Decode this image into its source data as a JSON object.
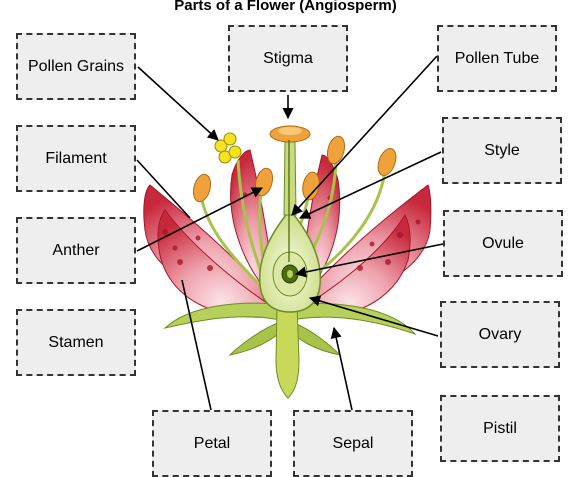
{
  "title": "Parts of a Flower (Angiosperm)",
  "labels": {
    "pollen_grains": "Pollen Grains",
    "stigma": "Stigma",
    "pollen_tube": "Pollen Tube",
    "filament": "Filament",
    "style": "Style",
    "anther": "Anther",
    "ovule": "Ovule",
    "stamen": "Stamen",
    "ovary": "Ovary",
    "petal": "Petal",
    "sepal": "Sepal",
    "pistil": "Pistil"
  },
  "colors": {
    "petal_red": "#c8283c",
    "petal_pink": "#f3c3c8",
    "petal_dot": "#a8152a",
    "stalk_green": "#a9c34a",
    "stalk_dark": "#6e8c25",
    "anther_orange": "#f0a23a",
    "pollen_yellow": "#f6e21e",
    "box_fill": "#eeeeee",
    "box_border": "#333333"
  }
}
